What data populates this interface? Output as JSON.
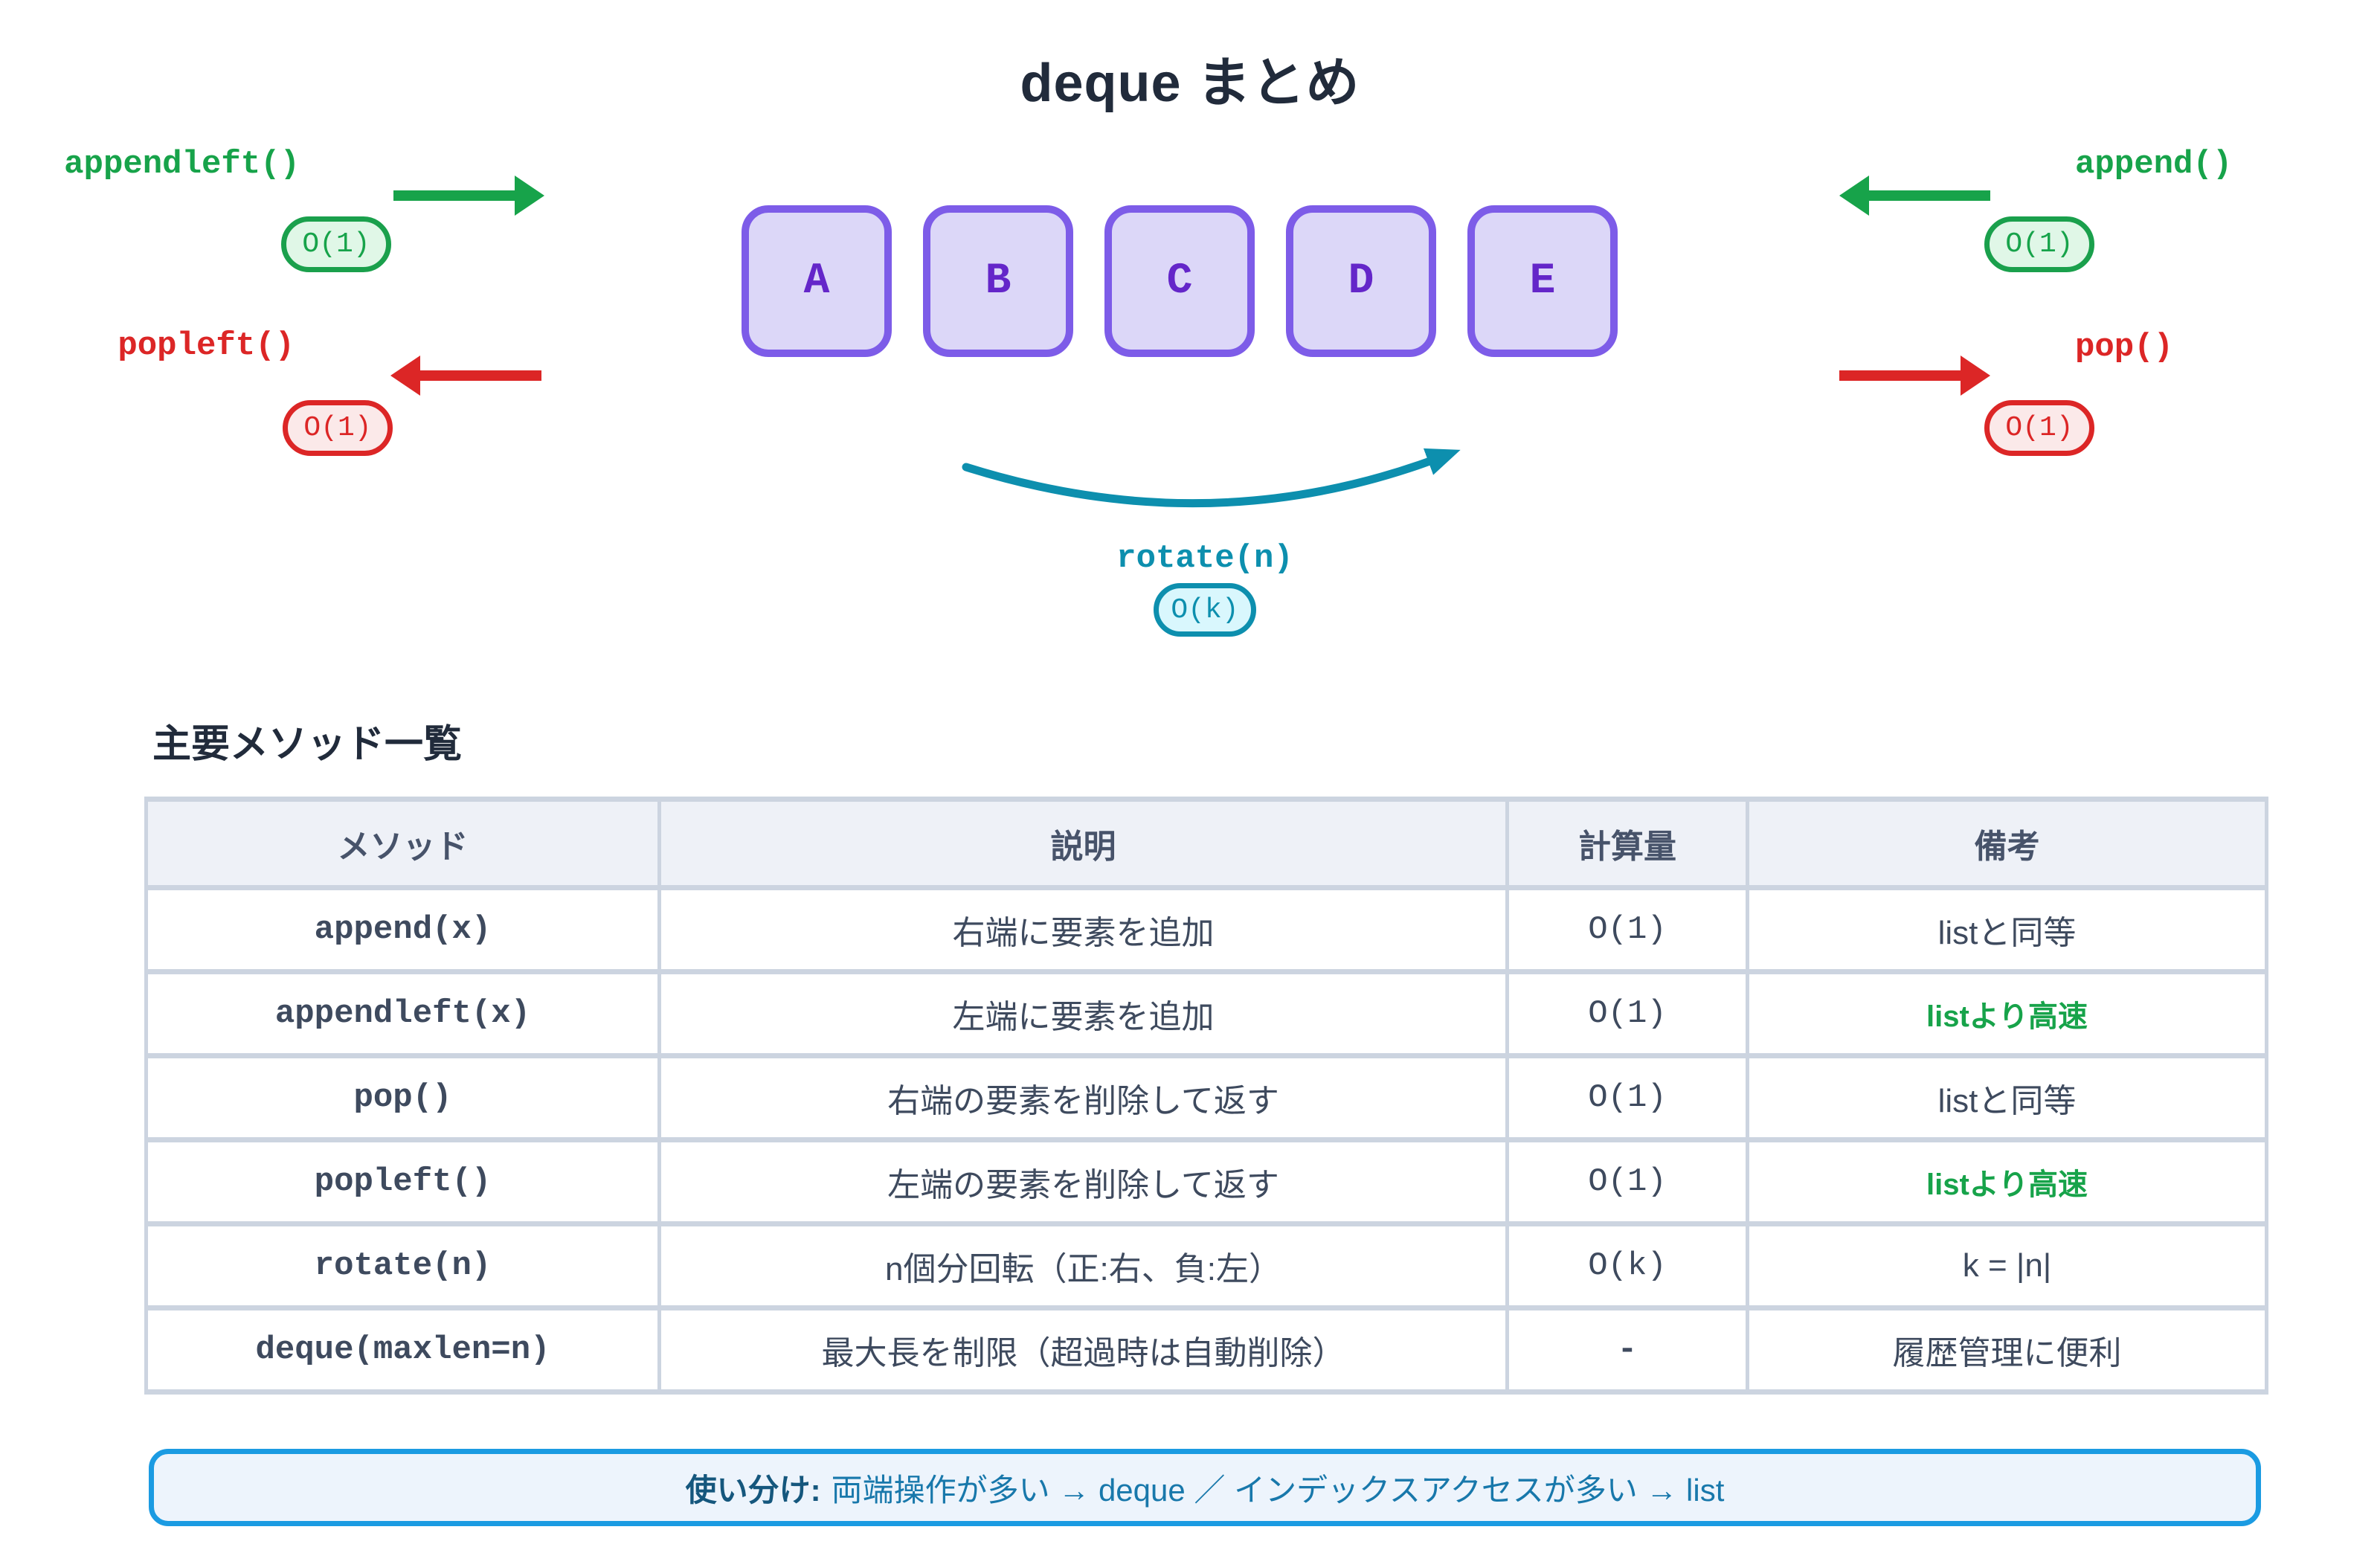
{
  "title": "deque まとめ",
  "diagram": {
    "left": {
      "append_label": "appendleft()",
      "append_badge": "O(1)",
      "pop_label": "popleft()",
      "pop_badge": "O(1)"
    },
    "right": {
      "append_label": "append()",
      "append_badge": "O(1)",
      "pop_label": "pop()",
      "pop_badge": "O(1)"
    },
    "cells": {
      "c0": "A",
      "c1": "B",
      "c2": "C",
      "c3": "D",
      "c4": "E"
    },
    "rotate": {
      "label": "rotate(n)",
      "badge": "O(k)"
    }
  },
  "table": {
    "heading": "主要メソッド一覧",
    "columns": {
      "method": "メソッド",
      "desc": "説明",
      "complexity": "計算量",
      "note": "備考"
    },
    "rows": [
      {
        "method": "append(x)",
        "desc": "右端に要素を追加",
        "complexity": "O(1)",
        "note": "listと同等",
        "theme": "green",
        "note_style": "muted"
      },
      {
        "method": "appendleft(x)",
        "desc": "左端に要素を追加",
        "complexity": "O(1)",
        "note": "listより高速",
        "theme": "green",
        "note_style": "green"
      },
      {
        "method": "pop()",
        "desc": "右端の要素を削除して返す",
        "complexity": "O(1)",
        "note": "listと同等",
        "theme": "red",
        "note_style": "muted"
      },
      {
        "method": "popleft()",
        "desc": "左端の要素を削除して返す",
        "complexity": "O(1)",
        "note": "listより高速",
        "theme": "red",
        "note_style": "green"
      },
      {
        "method": "rotate(n)",
        "desc": "n個分回転（正:右、負:左）",
        "complexity": "O(k)",
        "note": "k = |n|",
        "theme": "cyan",
        "note_style": "muted"
      },
      {
        "method": "deque(maxlen=n)",
        "desc": "最大長を制限（超過時は自動削除）",
        "complexity": "-",
        "note": "履歴管理に便利",
        "theme": "amber",
        "note_style": "muted"
      }
    ]
  },
  "footer": {
    "label": "使い分け:",
    "text": "両端操作が多い → deque ／ インデックスアクセスが多い → list"
  },
  "colors": {
    "green": "#17a34a",
    "green_dark": "#15803d",
    "green_cell_bg": "#eafaf1",
    "green_comp_bg": "#daf4e4",
    "green_badge_bg": "#e0f7e7",
    "red": "#dc2626",
    "red_dark": "#b91c1c",
    "red_cell_bg": "#fdeff1",
    "red_badge_bg": "#fbe9e9",
    "purple_border": "#7d5ce8",
    "purple_fill": "#dcd7f8",
    "purple_text": "#6426c9",
    "teal": "#0d8fae",
    "teal_cell_bg": "#e4fafd",
    "teal_comp_bg": "#cdf5fb",
    "teal_badge_bg": "#d9f7fd",
    "amber_cell_bg": "#fcf8e6",
    "amber_comp_bg": "#fdf0c6",
    "amber_dash": "#e07c00",
    "brown_text": "#9c3f16",
    "table_header_bg": "#eef1f7",
    "table_border": "#ccd4e0",
    "footer_border": "#1b9be2",
    "footer_bg": "#edf4fc",
    "footer_label": "#15577d",
    "footer_text": "#1878ab",
    "title_text": "#212b3b",
    "body_text": "#3e4a5e",
    "muted_text": "#9aa5b4"
  }
}
